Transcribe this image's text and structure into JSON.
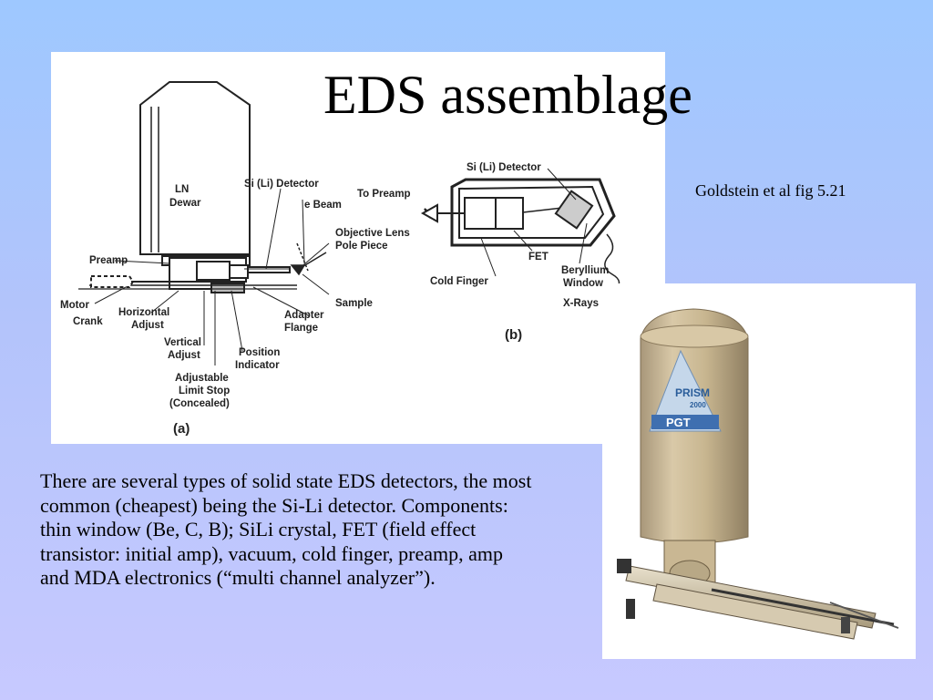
{
  "slide": {
    "title": "EDS assemblage",
    "citation": "Goldstein et al  fig 5.21",
    "body": "There are several types of solid state EDS detectors, the most common (cheapest) being the Si-Li detector. Components: thin window (Be, C, B); SiLi crystal, FET (field effect transistor: initial amp), vacuum, cold finger, preamp, amp and MDA electronics (“multi channel analyzer”)."
  },
  "diagram_a": {
    "caption": "(a)",
    "dewar_line1": "LN",
    "dewar_line2": "Dewar",
    "preamp": "Preamp",
    "si_li_detector": "Si (Li) Detector",
    "e_beam": "e Beam",
    "objective_lens_1": "Objective Lens",
    "objective_lens_2": "Pole Piece",
    "sample": "Sample",
    "adapter_1": "Adapter",
    "adapter_2": "Flange",
    "motor": "Motor",
    "crank": "Crank",
    "horizontal_1": "Horizontal",
    "horizontal_2": "Adjust",
    "vertical_1": "Vertical",
    "vertical_2": "Adjust",
    "position_1": "Position",
    "position_2": "Indicator",
    "limit_1": "Adjustable",
    "limit_2": "Limit Stop",
    "limit_3": "(Concealed)"
  },
  "diagram_b": {
    "caption": "(b)",
    "si_li_detector": "Si (Li) Detector",
    "to_preamp": "To Preamp",
    "fet": "FET",
    "cold_finger": "Cold Finger",
    "beryllium_1": "Beryllium",
    "beryllium_2": "Window",
    "xrays": "X-Rays"
  },
  "photo": {
    "brand_line1": "PRISM",
    "brand_line2": "2000",
    "maker": "PGT"
  }
}
